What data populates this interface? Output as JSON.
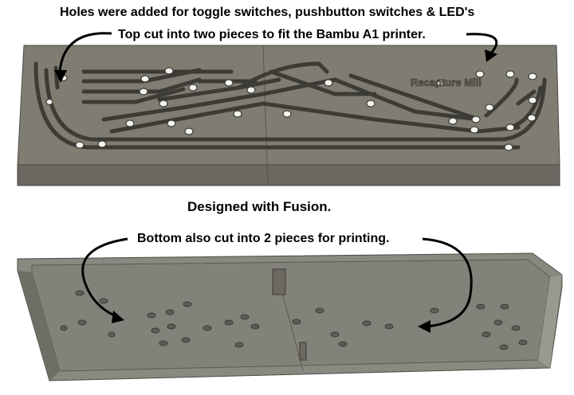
{
  "captions": {
    "line1": "Holes were added for toggle switches, pushbutton switches & LED's",
    "line2": "Top cut into two pieces to fit the Bambu A1 printer.",
    "line3": "Designed with Fusion.",
    "line4": "Bottom also cut into 2 pieces for printing."
  },
  "model_top": {
    "engraved_text": "Recapture Mill"
  },
  "colors": {
    "surface": "#7d7b70",
    "edge": "#5f5d54",
    "slot": "#3e3c36",
    "hole": "#f2f2ee",
    "floor": "#84837a"
  }
}
